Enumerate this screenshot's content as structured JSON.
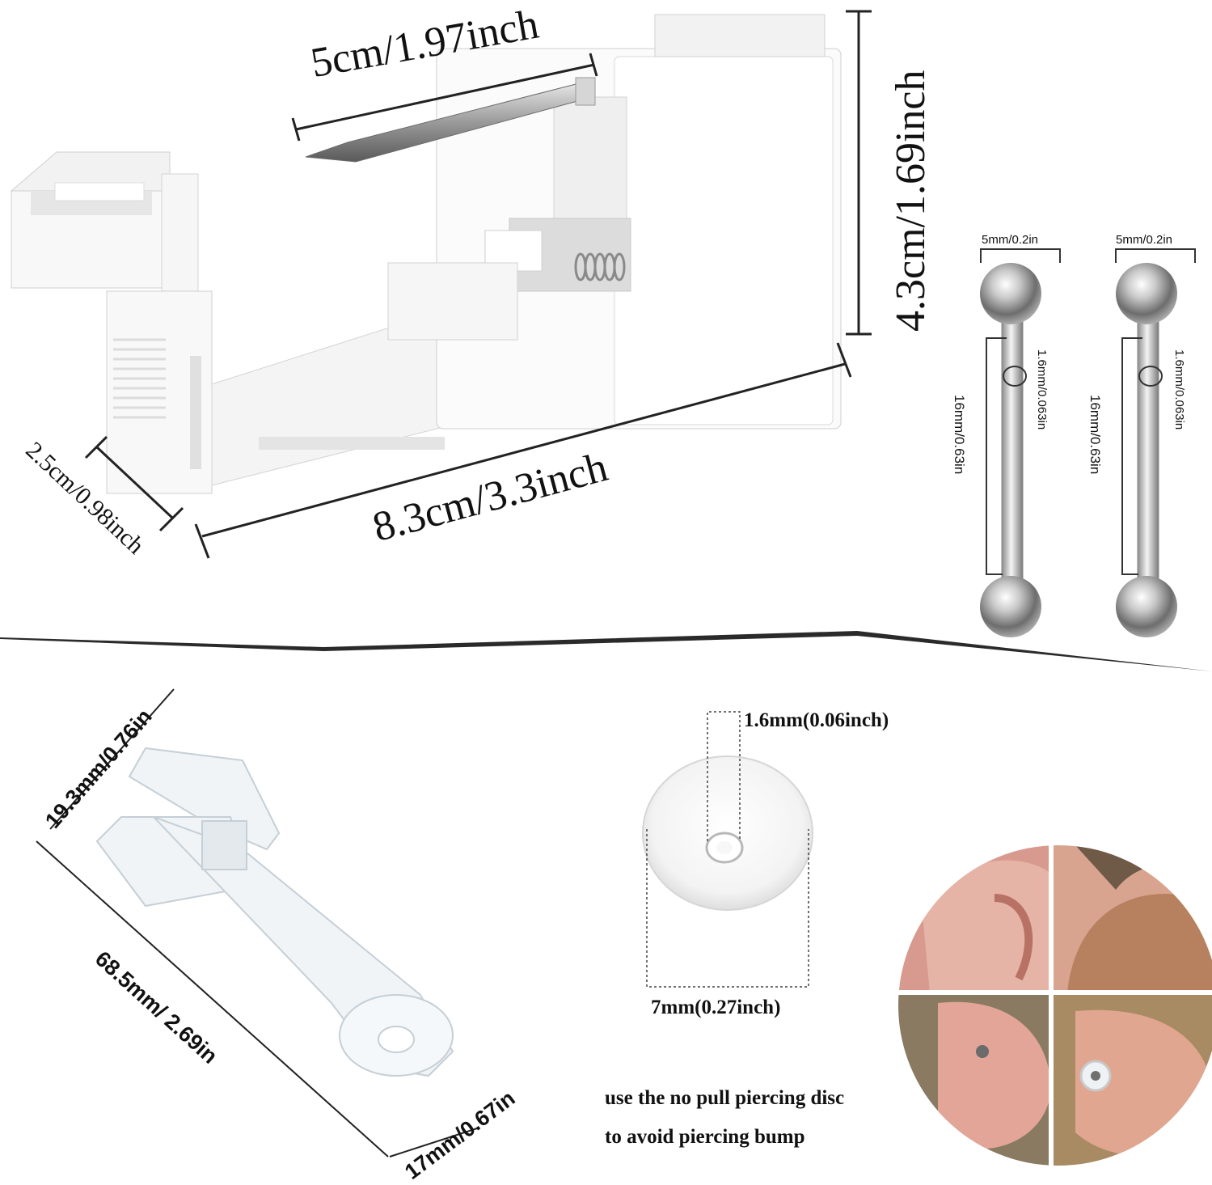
{
  "piercing_tool": {
    "needle_length": "5cm/1.97inch",
    "height": "4.3cm/1.69inch",
    "length": "8.3cm/3.3inch",
    "width": "2.5cm/0.98inch"
  },
  "barbell": {
    "ball_diameter": "5mm/0.2in",
    "bar_gauge": "1.6mm/0.063in",
    "bar_length": "16mm/0.63in"
  },
  "clamp": {
    "tip_width": "19.3mm/0.76in",
    "length": "68.5mm/ 2.69in",
    "end_width": "17mm/0.67in"
  },
  "disc": {
    "hole": "1.6mm(0.06inch)",
    "diameter": "7mm(0.27inch)",
    "tip_line1": "use the no pull piercing disc",
    "tip_line2": "to avoid piercing bump"
  }
}
